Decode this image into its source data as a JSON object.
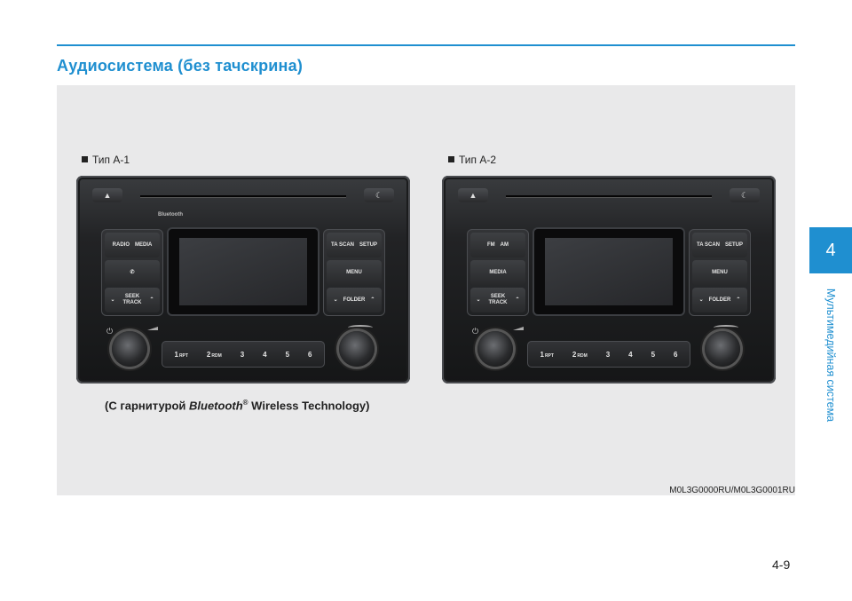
{
  "header": {
    "title": "Аудиосистема (без тачскрина)"
  },
  "figures": [
    {
      "type_label": "Тип A-1",
      "cd_eject": "▲",
      "night": "☾",
      "bt_logo": "Bluetooth",
      "left_buttons": [
        [
          "RADIO",
          "MEDIA"
        ],
        [
          "✆"
        ],
        [
          "SEEK",
          "TRACK"
        ]
      ],
      "right_buttons": [
        [
          "TA SCAN",
          "SETUP"
        ],
        [
          "MENU"
        ],
        [
          "FOLDER"
        ]
      ],
      "presets": [
        {
          "n": "1",
          "sub": "RPT"
        },
        {
          "n": "2",
          "sub": "RDM"
        },
        {
          "n": "3",
          "sub": ""
        },
        {
          "n": "4",
          "sub": ""
        },
        {
          "n": "5",
          "sub": ""
        },
        {
          "n": "6",
          "sub": ""
        }
      ]
    },
    {
      "type_label": "Тип A-2",
      "cd_eject": "▲",
      "night": "☾",
      "bt_logo": "",
      "left_buttons": [
        [
          "FM",
          "AM"
        ],
        [
          "MEDIA"
        ],
        [
          "SEEK",
          "TRACK"
        ]
      ],
      "right_buttons": [
        [
          "TA SCAN",
          "SETUP"
        ],
        [
          "MENU"
        ],
        [
          "FOLDER"
        ]
      ],
      "presets": [
        {
          "n": "1",
          "sub": "RPT"
        },
        {
          "n": "2",
          "sub": "RDM"
        },
        {
          "n": "3",
          "sub": ""
        },
        {
          "n": "4",
          "sub": ""
        },
        {
          "n": "5",
          "sub": ""
        },
        {
          "n": "6",
          "sub": ""
        }
      ]
    }
  ],
  "caption": {
    "prefix": "(С гарнитурой ",
    "brand": "Bluetooth",
    "reg": "®",
    "suffix": " Wireless Technology)"
  },
  "code_label": "M0L3G0000RU/M0L3G0001RU",
  "side": {
    "chapter": "4",
    "section": "Мультимедийная система"
  },
  "page_number": "4-9",
  "colors": {
    "accent": "#1f8fd0",
    "panel": "#e9e9ea"
  }
}
